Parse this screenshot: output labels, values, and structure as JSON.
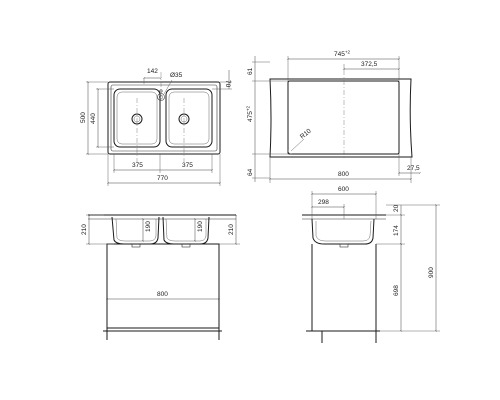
{
  "top_view": {
    "width": "770",
    "height": "500",
    "inner_height": "440",
    "bowl_width_left": "375",
    "bowl_width_right": "375",
    "tap_offset": "142",
    "tap_hole": "Ø35",
    "top_margin": "70"
  },
  "cutout": {
    "total_width": "745",
    "total_width_tol": "+2",
    "half_width": "372,5",
    "height": "475",
    "height_tol": "+2",
    "corner_radius": "R10",
    "top_offset": "61",
    "bottom_offset": "64",
    "cabinet_width": "800",
    "side_offset": "27,5"
  },
  "front_view": {
    "bowl_depth_outer_left": "210",
    "bowl_depth_outer_right": "210",
    "bowl_depth_left": "190",
    "bowl_depth_right": "190",
    "cabinet_width": "800"
  },
  "side_view": {
    "depth": "600",
    "bowl_depth": "298",
    "rim": "20",
    "cabinet_top": "174",
    "cabinet_height": "698",
    "total_height": "900"
  }
}
